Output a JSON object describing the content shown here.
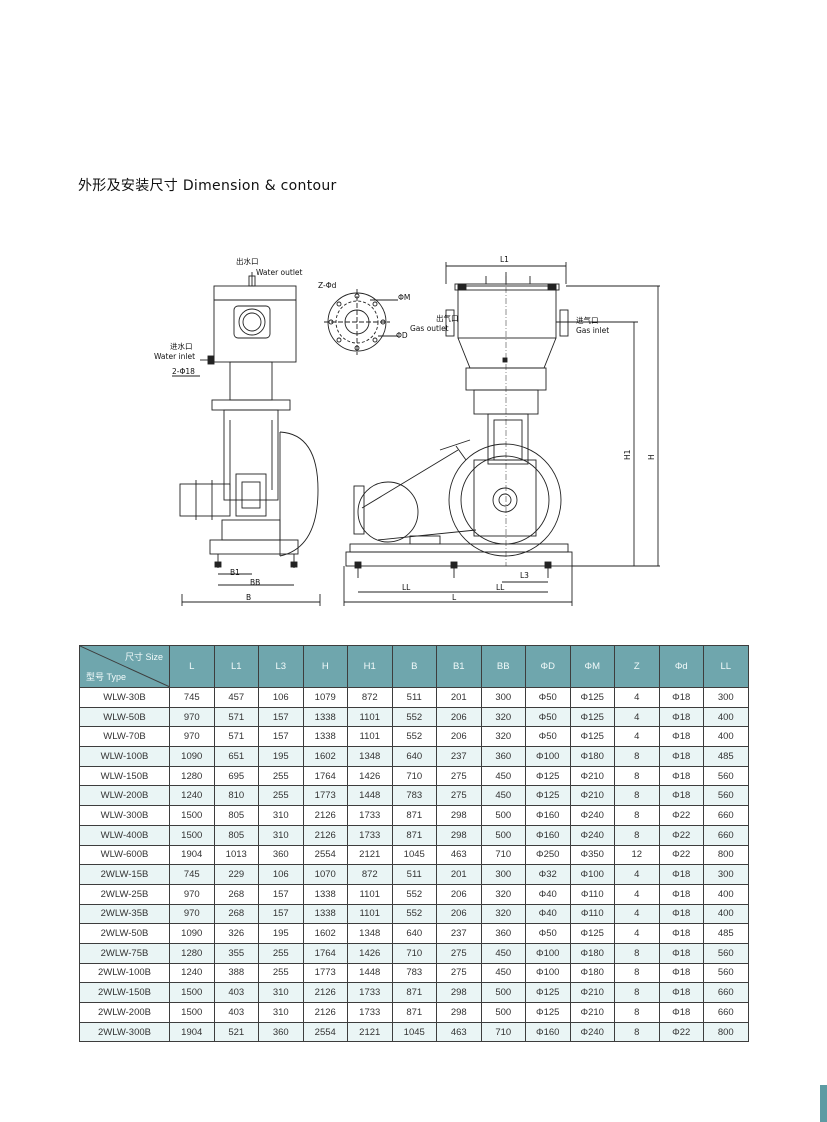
{
  "page": {
    "title": "外形及安装尺寸 Dimension & contour"
  },
  "drawing": {
    "labels": {
      "water_outlet_cn": "出水口",
      "water_outlet_en": "Water outlet",
      "water_inlet_cn": "进水口",
      "water_inlet_en": "Water inlet",
      "holes": "2-Φ18",
      "flange_z": "Z-Φd",
      "flange_m": "ΦM",
      "flange_d": "ΦD",
      "gas_outlet_cn": "出气口",
      "gas_outlet_en": "Gas outlet",
      "gas_inlet_cn": "进气口",
      "gas_inlet_en": "Gas inlet",
      "dim_l1": "L1",
      "dim_h1": "H1",
      "dim_h": "H",
      "dim_l3": "L3",
      "dim_ll_a": "LL",
      "dim_ll_b": "LL",
      "dim_l": "L",
      "dim_b1": "B1",
      "dim_bb": "BB",
      "dim_b": "B"
    }
  },
  "table": {
    "corner_top": "尺寸 Size",
    "corner_bottom": "型号 Type",
    "columns": [
      "L",
      "L1",
      "L3",
      "H",
      "H1",
      "B",
      "B1",
      "BB",
      "ΦD",
      "ΦM",
      "Z",
      "Φd",
      "LL"
    ],
    "rows": [
      [
        "WLW-30B",
        "745",
        "457",
        "106",
        "1079",
        "872",
        "511",
        "201",
        "300",
        "Φ50",
        "Φ125",
        "4",
        "Φ18",
        "300"
      ],
      [
        "WLW-50B",
        "970",
        "571",
        "157",
        "1338",
        "1101",
        "552",
        "206",
        "320",
        "Φ50",
        "Φ125",
        "4",
        "Φ18",
        "400"
      ],
      [
        "WLW-70B",
        "970",
        "571",
        "157",
        "1338",
        "1101",
        "552",
        "206",
        "320",
        "Φ50",
        "Φ125",
        "4",
        "Φ18",
        "400"
      ],
      [
        "WLW-100B",
        "1090",
        "651",
        "195",
        "1602",
        "1348",
        "640",
        "237",
        "360",
        "Φ100",
        "Φ180",
        "8",
        "Φ18",
        "485"
      ],
      [
        "WLW-150B",
        "1280",
        "695",
        "255",
        "1764",
        "1426",
        "710",
        "275",
        "450",
        "Φ125",
        "Φ210",
        "8",
        "Φ18",
        "560"
      ],
      [
        "WLW-200B",
        "1240",
        "810",
        "255",
        "1773",
        "1448",
        "783",
        "275",
        "450",
        "Φ125",
        "Φ210",
        "8",
        "Φ18",
        "560"
      ],
      [
        "WLW-300B",
        "1500",
        "805",
        "310",
        "2126",
        "1733",
        "871",
        "298",
        "500",
        "Φ160",
        "Φ240",
        "8",
        "Φ22",
        "660"
      ],
      [
        "WLW-400B",
        "1500",
        "805",
        "310",
        "2126",
        "1733",
        "871",
        "298",
        "500",
        "Φ160",
        "Φ240",
        "8",
        "Φ22",
        "660"
      ],
      [
        "WLW-600B",
        "1904",
        "1013",
        "360",
        "2554",
        "2121",
        "1045",
        "463",
        "710",
        "Φ250",
        "Φ350",
        "12",
        "Φ22",
        "800"
      ],
      [
        "2WLW-15B",
        "745",
        "229",
        "106",
        "1070",
        "872",
        "511",
        "201",
        "300",
        "Φ32",
        "Φ100",
        "4",
        "Φ18",
        "300"
      ],
      [
        "2WLW-25B",
        "970",
        "268",
        "157",
        "1338",
        "1101",
        "552",
        "206",
        "320",
        "Φ40",
        "Φ110",
        "4",
        "Φ18",
        "400"
      ],
      [
        "2WLW-35B",
        "970",
        "268",
        "157",
        "1338",
        "1101",
        "552",
        "206",
        "320",
        "Φ40",
        "Φ110",
        "4",
        "Φ18",
        "400"
      ],
      [
        "2WLW-50B",
        "1090",
        "326",
        "195",
        "1602",
        "1348",
        "640",
        "237",
        "360",
        "Φ50",
        "Φ125",
        "4",
        "Φ18",
        "485"
      ],
      [
        "2WLW-75B",
        "1280",
        "355",
        "255",
        "1764",
        "1426",
        "710",
        "275",
        "450",
        "Φ100",
        "Φ180",
        "8",
        "Φ18",
        "560"
      ],
      [
        "2WLW-100B",
        "1240",
        "388",
        "255",
        "1773",
        "1448",
        "783",
        "275",
        "450",
        "Φ100",
        "Φ180",
        "8",
        "Φ18",
        "560"
      ],
      [
        "2WLW-150B",
        "1500",
        "403",
        "310",
        "2126",
        "1733",
        "871",
        "298",
        "500",
        "Φ125",
        "Φ210",
        "8",
        "Φ18",
        "660"
      ],
      [
        "2WLW-200B",
        "1500",
        "403",
        "310",
        "2126",
        "1733",
        "871",
        "298",
        "500",
        "Φ125",
        "Φ210",
        "8",
        "Φ18",
        "660"
      ],
      [
        "2WLW-300B",
        "1904",
        "521",
        "360",
        "2554",
        "2121",
        "1045",
        "463",
        "710",
        "Φ160",
        "Φ240",
        "8",
        "Φ22",
        "800"
      ]
    ]
  },
  "colors": {
    "header_bg": "#6fa6ad",
    "stripe_bg": "#eaf5f5",
    "accent_bar": "#5d9ba3"
  }
}
